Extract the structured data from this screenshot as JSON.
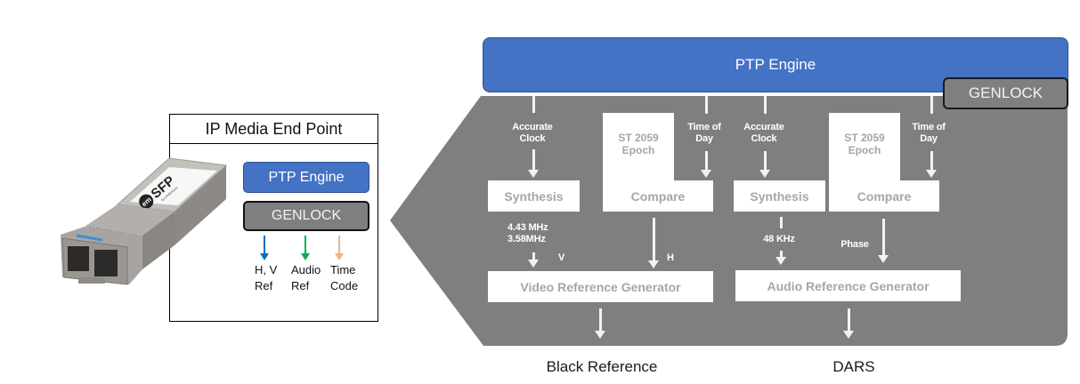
{
  "theme": {
    "ptp_blue": "#4472c4",
    "ptp_border": "#2f528f",
    "panel_gray": "#7f7f7f",
    "box_text_gray": "#a6a6a6",
    "arrow_white": "#f2f2f2"
  },
  "sfp": {
    "brand_badge": "em",
    "product": "SFP",
    "tagline": "by embrionix"
  },
  "endpoint": {
    "title": "IP Media End Point",
    "ptp_label": "PTP Engine",
    "genlock_label": "GENLOCK",
    "outputs": [
      {
        "line1": "H, V",
        "line2": "Ref",
        "color": "#0070c0"
      },
      {
        "line1": "Audio",
        "line2": "Ref",
        "color": "#00b050"
      },
      {
        "line1": "Time",
        "line2": "Code",
        "color": "#f4b183"
      }
    ]
  },
  "diagram": {
    "ptp_banner": "PTP Engine",
    "genlock_tab": "GENLOCK",
    "video": {
      "clock_label": [
        "Accurate",
        "Clock"
      ],
      "epoch_label": [
        "ST 2059",
        "Epoch"
      ],
      "tod_label": [
        "Time of",
        "Day"
      ],
      "synthesis": "Synthesis",
      "compare": "Compare",
      "freq_labels": [
        "4.43 MHz",
        "3.58MHz"
      ],
      "v_label": "V",
      "h_label": "H",
      "generator": "Video Reference Generator",
      "output": "Black Reference"
    },
    "audio": {
      "clock_label": [
        "Accurate",
        "Clock"
      ],
      "epoch_label": [
        "ST 2059",
        "Epoch"
      ],
      "tod_label": [
        "Time of",
        "Day"
      ],
      "synthesis": "Synthesis",
      "compare": "Compare",
      "freq_label": "48 KHz",
      "phase_label": "Phase",
      "generator": "Audio Reference Generator",
      "output": "DARS"
    }
  }
}
